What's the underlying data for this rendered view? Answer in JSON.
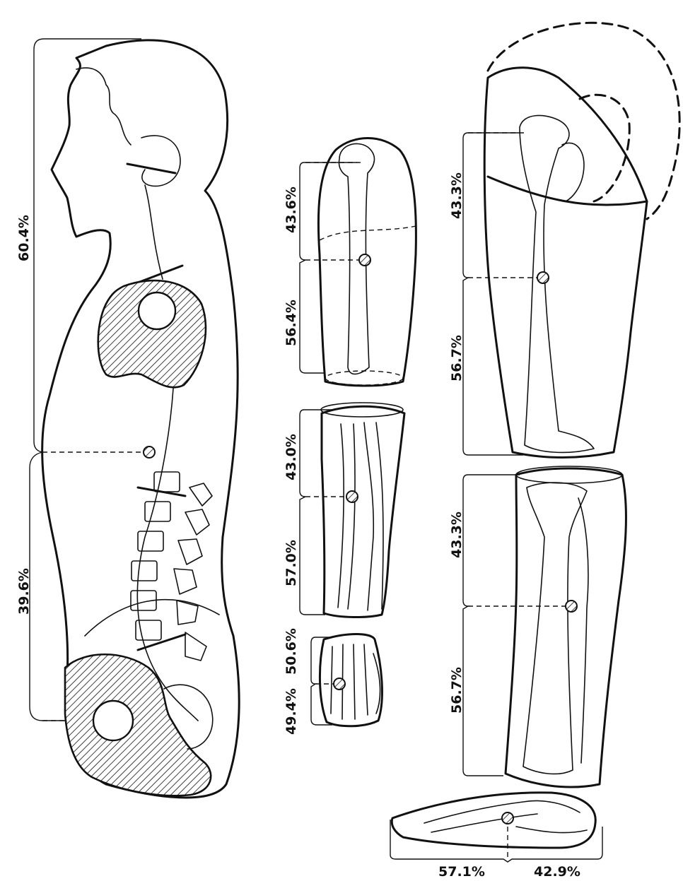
{
  "segments": {
    "trunk": {
      "upper_pct": "60.4%",
      "lower_pct": "39.6%"
    },
    "upper_arm": {
      "upper_pct": "43.6%",
      "lower_pct": "56.4%"
    },
    "forearm": {
      "upper_pct": "43.0%",
      "lower_pct": "57.0%"
    },
    "hand": {
      "upper_pct": "50.6%",
      "lower_pct": "49.4%"
    },
    "thigh": {
      "upper_pct": "43.3%",
      "lower_pct": "56.7%"
    },
    "shank": {
      "upper_pct": "43.3%",
      "lower_pct": "56.7%"
    },
    "foot": {
      "toe_pct": "57.1%",
      "heel_pct": "42.9%"
    }
  },
  "icons": {
    "center_of_mass": "hatched-circle-icon"
  }
}
